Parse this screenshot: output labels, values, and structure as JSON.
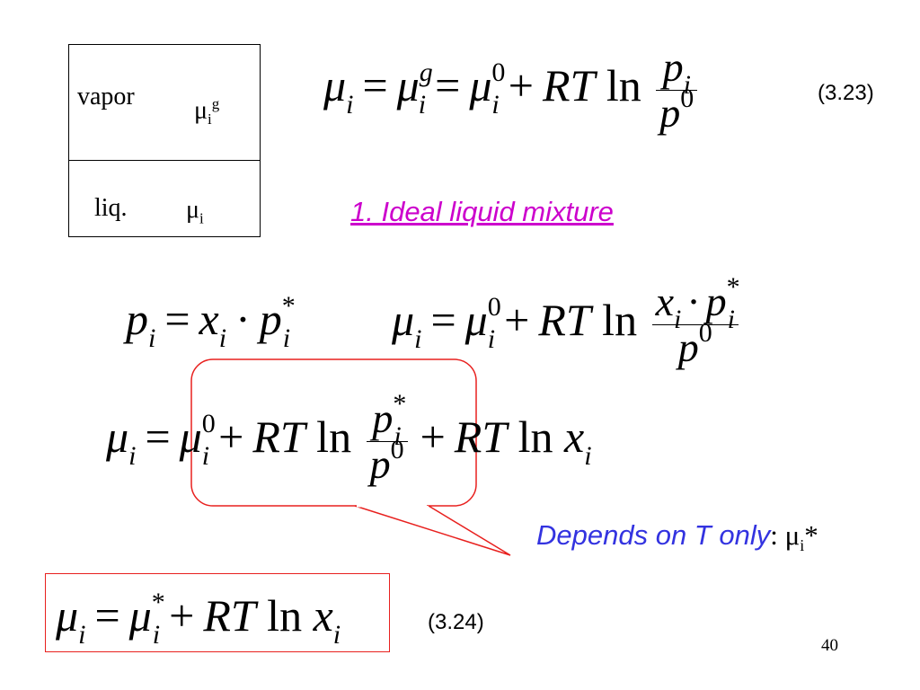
{
  "phase_box": {
    "vapor_label": "vapor",
    "vapor_potential": "μ",
    "vapor_potential_sub": "i",
    "vapor_potential_sup": "g",
    "liquid_label": "liq.",
    "liquid_potential": "μ",
    "liquid_potential_sub": "i"
  },
  "eq_323": {
    "tag": "(3.23)"
  },
  "section_title": "1. Ideal liquid mixture",
  "annotation": {
    "text": "Depends on T only",
    "colon": ":",
    "symbol": "μ",
    "symbol_sub": "i",
    "symbol_star": "*",
    "callout_color": "#e8201e",
    "text_color": "#3333e0"
  },
  "eq_324": {
    "tag": "(3.24)"
  },
  "page_number": "40",
  "colors": {
    "title": "#cc00cc",
    "boxed_border": "#e8201e"
  }
}
